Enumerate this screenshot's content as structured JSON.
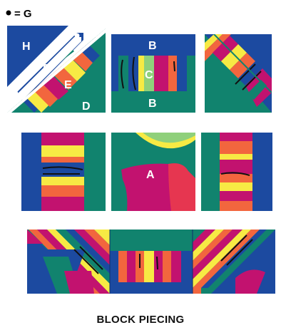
{
  "legend": {
    "bullet": "•",
    "text": "= G"
  },
  "labels": {
    "H": "H",
    "F": "F",
    "E": "E",
    "D": "D",
    "B_top": "B",
    "C": "C",
    "B_bottom": "B",
    "A": "A"
  },
  "caption": "BLOCK PIECING",
  "colors": {
    "navy": "#1c4aa0",
    "teal": "#11836e",
    "magenta": "#c2126f",
    "orange": "#f2663e",
    "yellow": "#f7ea44",
    "green": "#8fd07b",
    "red": "#e63650",
    "black": "#111111"
  }
}
